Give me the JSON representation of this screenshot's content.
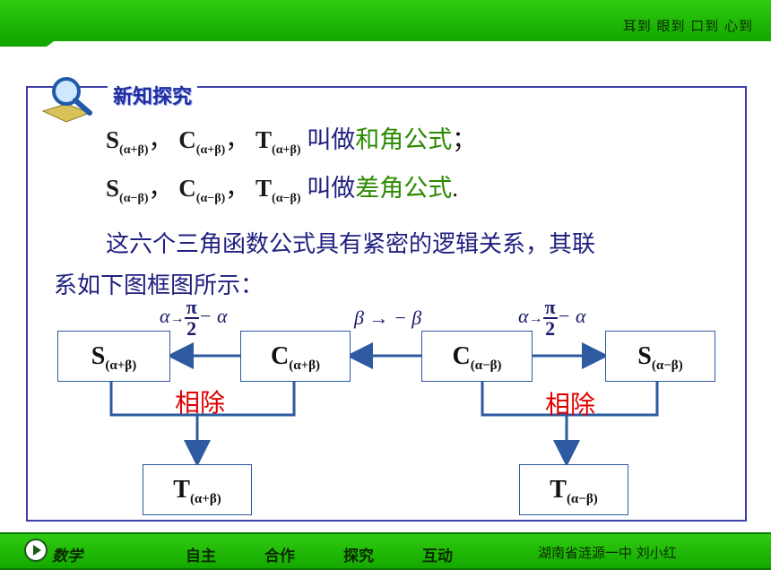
{
  "top_bar": {
    "motto": "耳到 眼到 口到 心到"
  },
  "section": {
    "title": "新知探究"
  },
  "lines": {
    "sum_names": [
      "S",
      "C",
      "T"
    ],
    "sum_sub": "(α+β)",
    "sum_text": "叫做",
    "sum_term": "和角公式",
    "sum_end": "；",
    "diff_sub": "(α−β)",
    "diff_text": "叫做",
    "diff_term": "差角公式",
    "diff_end": ".",
    "paragraph_1": "这六个三角函数公式具有紧密的逻辑关系，其联",
    "paragraph_2": "系如下图框图所示："
  },
  "diagram": {
    "boxes": {
      "s_sum": {
        "letter": "S",
        "sub": "(α+β)"
      },
      "c_sum": {
        "letter": "C",
        "sub": "(α+β)"
      },
      "c_diff": {
        "letter": "C",
        "sub": "(α−β)"
      },
      "s_diff": {
        "letter": "S",
        "sub": "(α−β)"
      },
      "t_sum": {
        "letter": "T",
        "sub": "(α+β)"
      },
      "t_diff": {
        "letter": "T",
        "sub": "(α−β)"
      }
    },
    "labels": {
      "left_sub_a": "α",
      "left_sub_arrow": "→",
      "left_sub_num": "π",
      "left_sub_den": "2",
      "left_sub_tail": "− α",
      "mid_sub": "β → − β",
      "right_sub_a": "α",
      "right_sub_arrow": "→",
      "right_sub_num": "π",
      "right_sub_den": "2",
      "right_sub_tail": "− α"
    },
    "divide_label": "相除",
    "colors": {
      "box_border": "#2d5aa0",
      "arrow": "#2d5aa0",
      "divide": "#e00000"
    }
  },
  "bottom_bar": {
    "subject": "数学",
    "nav": [
      "自主",
      "合作",
      "探究",
      "互动"
    ],
    "author": "湖南省涟源一中  刘小红"
  }
}
